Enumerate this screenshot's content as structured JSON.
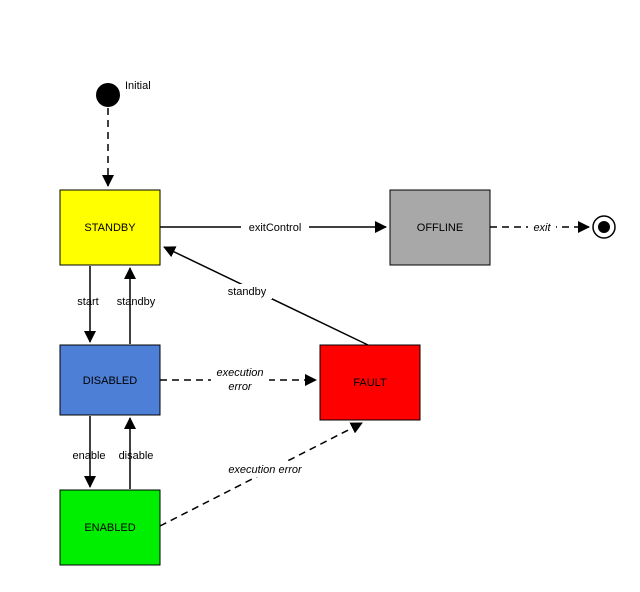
{
  "diagram": {
    "states": {
      "initial": {
        "label": "Initial",
        "color": "#000000"
      },
      "standby": {
        "label": "STANDBY",
        "color": "#ffff00"
      },
      "offline": {
        "label": "OFFLINE",
        "color": "#a8a8a8"
      },
      "disabled": {
        "label": "DISABLED",
        "color": "#4d7fd6"
      },
      "fault": {
        "label": "FAULT",
        "color": "#ff0000"
      },
      "enabled": {
        "label": "ENABLED",
        "color": "#00ee00"
      }
    },
    "transitions": {
      "standby_to_offline": "exitControl",
      "offline_to_final": "exit",
      "standby_to_disabled": "start",
      "disabled_to_standby": "standby",
      "fault_to_standby": "standby",
      "disabled_to_fault_line1": "execution",
      "disabled_to_fault_line2": "error",
      "disabled_to_enabled": "enable",
      "enabled_to_disabled": "disable",
      "enabled_to_fault": "execution error"
    }
  }
}
